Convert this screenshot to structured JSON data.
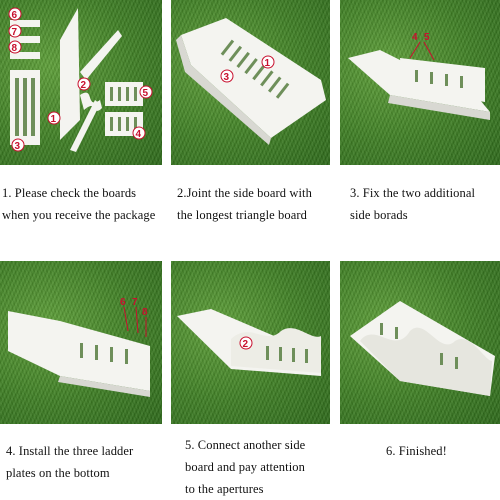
{
  "steps": [
    {
      "id": 1,
      "caption": [
        "1. Please check the boards",
        "when you receive the package"
      ]
    },
    {
      "id": 2,
      "caption": [
        "2.Joint the side board with",
        "the longest triangle board"
      ]
    },
    {
      "id": 3,
      "caption": [
        "3. Fix the two additional",
        "side borads"
      ]
    },
    {
      "id": 4,
      "caption": [
        "4. Install the three ladder",
        "plates on the bottom"
      ]
    },
    {
      "id": 5,
      "caption": [
        "5. Connect another side",
        "board and pay attention",
        "to the apertures"
      ]
    },
    {
      "id": 6,
      "caption": [
        "6. Finished!"
      ]
    }
  ],
  "markers": {
    "photo1": [
      "6",
      "7",
      "8",
      "3",
      "1",
      "2",
      "5",
      "4"
    ],
    "photo2": [
      "3",
      "1"
    ],
    "photo3": [
      "4",
      "5"
    ],
    "photo4": [
      "6",
      "7",
      "8"
    ],
    "photo5": [
      "2"
    ]
  },
  "colors": {
    "marker": "#c8102e",
    "board": "#f4f4f0",
    "grass": "#3f7f25"
  }
}
